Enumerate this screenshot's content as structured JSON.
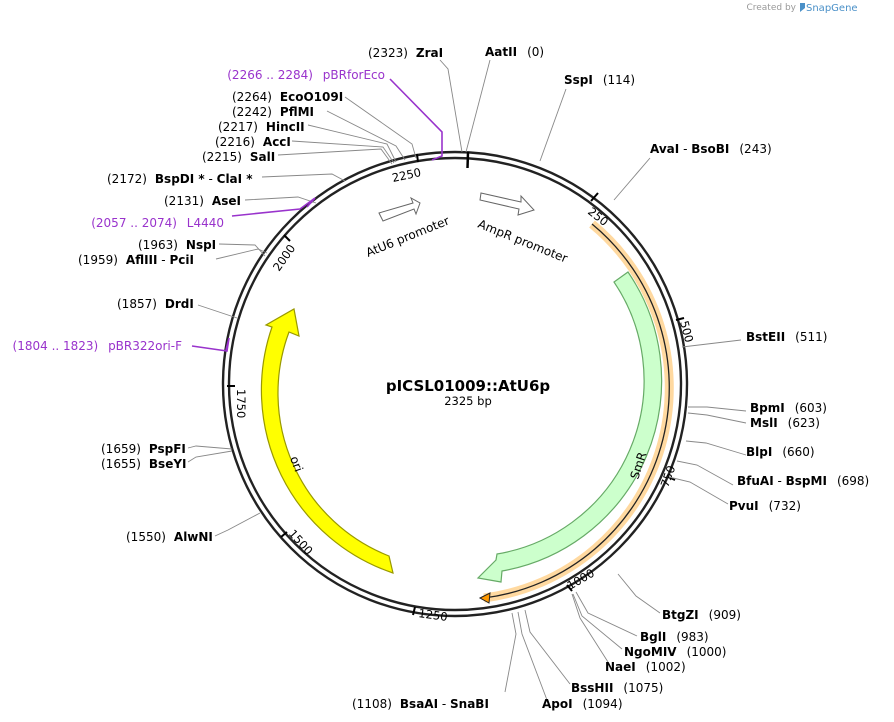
{
  "credit": "Created by",
  "brand": "SnapGene",
  "plasmid": {
    "name": "pICSL01009::AtU6p",
    "length": "2325 bp"
  },
  "ring_ticks": [
    "250",
    "500",
    "750",
    "1000",
    "1250",
    "1500",
    "1750",
    "2000",
    "2250"
  ],
  "features": {
    "atu6": "AtU6 promoter",
    "ampr": "AmpR promoter",
    "smr": "SmR",
    "ori": "ori"
  },
  "primers": [
    {
      "pos": "(2266 .. 2284)",
      "name": "pBRforEco"
    },
    {
      "pos": "(2057 .. 2074)",
      "name": "L4440"
    },
    {
      "pos": "(1804 .. 1823)",
      "name": "pBR322ori-F"
    }
  ],
  "sites": [
    {
      "pos": "(2323)",
      "name": "ZraI"
    },
    {
      "pos": "(0)",
      "name": "AatII"
    },
    {
      "pos": "(114)",
      "name": "SspI"
    },
    {
      "pos": "(243)",
      "name": "AvaI",
      "name2": "BsoBI",
      "sep": " - "
    },
    {
      "pos": "(511)",
      "name": "BstEII"
    },
    {
      "pos": "(603)",
      "name": "BpmI"
    },
    {
      "pos": "(623)",
      "name": "MslI"
    },
    {
      "pos": "(660)",
      "name": "BlpI"
    },
    {
      "pos": "(698)",
      "name": "BfuAI",
      "name2": "BspMI",
      "sep": " - "
    },
    {
      "pos": "(732)",
      "name": "PvuI"
    },
    {
      "pos": "(909)",
      "name": "BtgZI"
    },
    {
      "pos": "(983)",
      "name": "BglI"
    },
    {
      "pos": "(1000)",
      "name": "NgoMIV"
    },
    {
      "pos": "(1002)",
      "name": "NaeI"
    },
    {
      "pos": "(1075)",
      "name": "BssHII"
    },
    {
      "pos": "(1094)",
      "name": "ApoI"
    },
    {
      "pos": "(1108)",
      "name": "BsaAI",
      "name2": "SnaBI",
      "sep": " - "
    },
    {
      "pos": "(1550)",
      "name": "AlwNI"
    },
    {
      "pos": "(1655)",
      "name": "BseYI"
    },
    {
      "pos": "(1659)",
      "name": "PspFI"
    },
    {
      "pos": "(1857)",
      "name": "DrdI"
    },
    {
      "pos": "(1959)",
      "name": "AflIII",
      "name2": "PciI",
      "sep": " - "
    },
    {
      "pos": "(1963)",
      "name": "NspI"
    },
    {
      "pos": "(2131)",
      "name": "AseI"
    },
    {
      "pos": "(2172)",
      "name": "BspDI *",
      "name2": "ClaI *",
      "sep": " - "
    },
    {
      "pos": "(2215)",
      "name": "SalI"
    },
    {
      "pos": "(2216)",
      "name": "AccI"
    },
    {
      "pos": "(2217)",
      "name": "HincII"
    },
    {
      "pos": "(2242)",
      "name": "PflMI"
    },
    {
      "pos": "(2264)",
      "name": "EcoO109I"
    }
  ],
  "colors": {
    "ring": "#222222",
    "smr_fill": "#ccffcc",
    "smr_stroke": "#66aa66",
    "ori_fill": "#ffff00",
    "ori_stroke": "#999900",
    "orange": "#ff9900",
    "orange_glow": "#ffd9a0",
    "primer": "#9933cc"
  }
}
